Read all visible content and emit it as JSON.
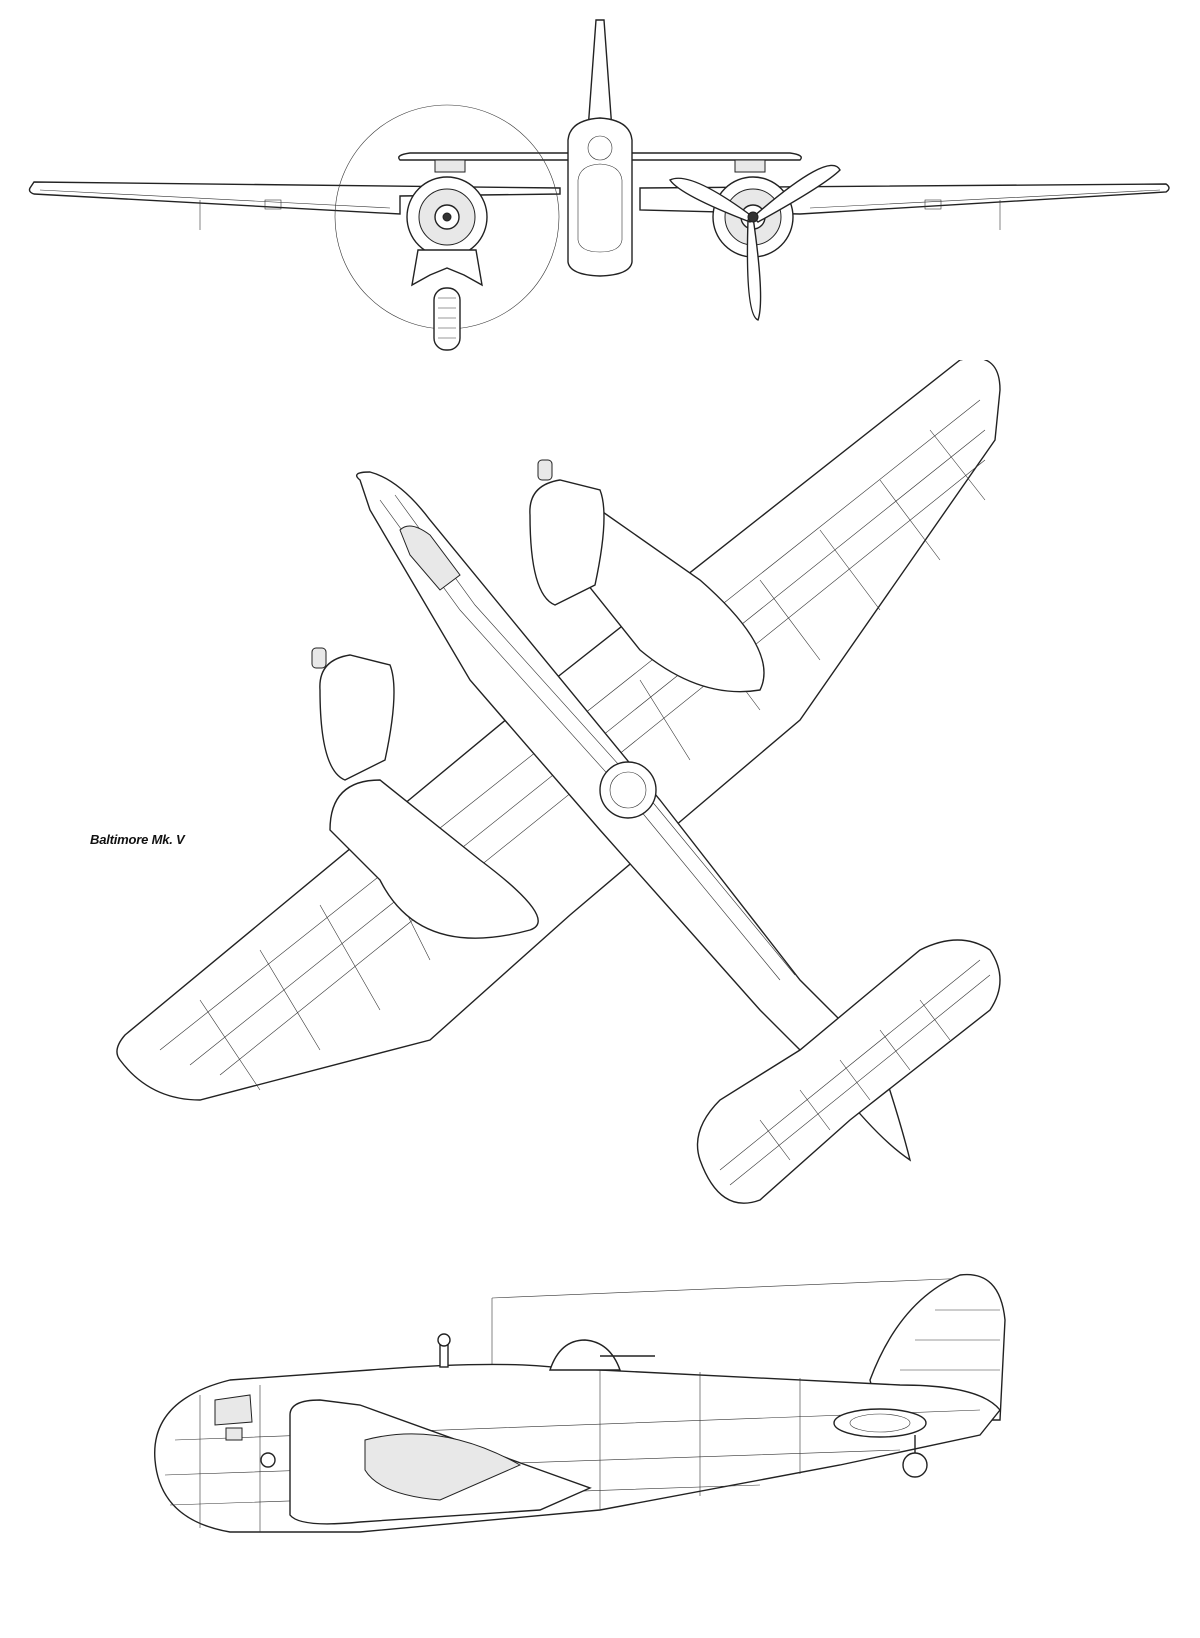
{
  "drawing": {
    "title": "Baltimore Mk. V"
  },
  "views": [
    {
      "id": "front",
      "kind": "front-elevation"
    },
    {
      "id": "plan",
      "kind": "underside-plan"
    },
    {
      "id": "side",
      "kind": "side-elevation"
    }
  ],
  "colors": {
    "line": "#222222",
    "background": "#ffffff"
  }
}
